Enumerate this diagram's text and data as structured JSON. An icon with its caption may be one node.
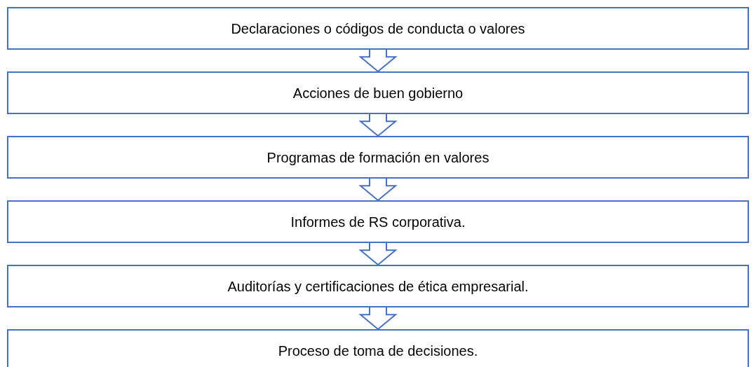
{
  "diagram": {
    "nodes": [
      {
        "text": [
          "Declaraciones o códigos de conducta o valores"
        ]
      },
      {
        "text": [
          "Acciones de buen gobierno"
        ]
      },
      {
        "text": [
          "Programas de formación en valores"
        ]
      },
      {
        "text": [
          "Informes de RS corporativa."
        ]
      },
      {
        "text": [
          "Auditorías y certificaciones de ética empresarial."
        ]
      },
      {
        "text": [
          "Proceso de toma de decisiones."
        ]
      }
    ],
    "edges": [
      {
        "from": 0,
        "to": 1,
        "arrow": "to"
      },
      {
        "from": 1,
        "to": 2,
        "arrow": "to"
      },
      {
        "from": 2,
        "to": 3,
        "arrow": "to"
      },
      {
        "from": 3,
        "to": 4,
        "arrow": "to"
      },
      {
        "from": 4,
        "to": 5,
        "arrow": "to"
      }
    ]
  }
}
